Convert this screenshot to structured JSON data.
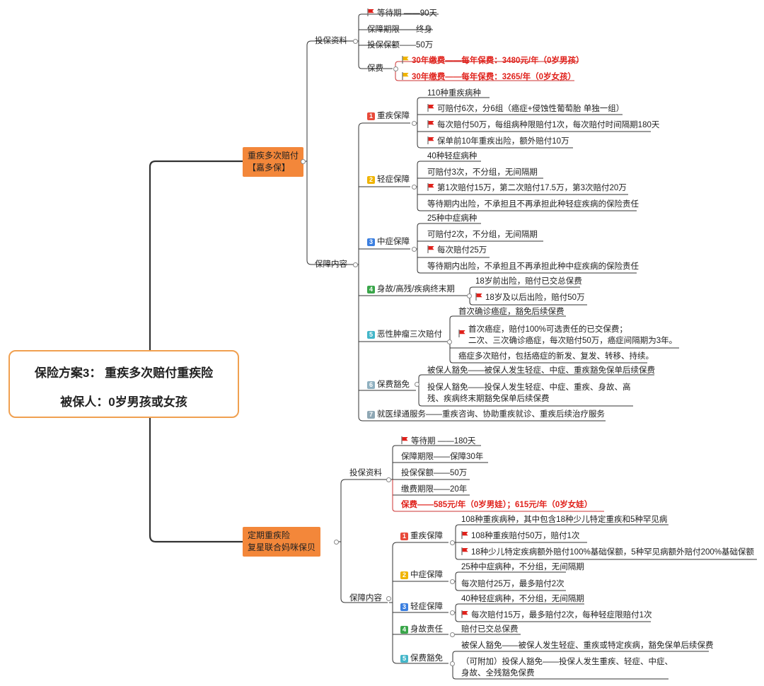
{
  "root": {
    "title": "保险方案3： 重疾多次赔付重疾险",
    "insured": "被保人：0岁男孩或女孩"
  },
  "colors": {
    "branch_fill": "#f3873a",
    "root_border": "#f0a050",
    "highlight": "#e0211b",
    "flag": "#e0211b",
    "connector": "#333333"
  },
  "p1": {
    "name_line1": "重疾多次赔付",
    "name_line2": "【嘉多保】",
    "info": {
      "label": "投保资料",
      "waiting": "等待期 ——90天",
      "term": "保障期限——终身",
      "amount": "投保保额——50万",
      "premium_label": "保费",
      "premium_boy": "30年缴费——每年保费：3480元/年（0岁男孩）",
      "premium_girl": "30年缴费——每年保费：3265/年（0岁女孩）"
    },
    "coverage": {
      "label": "保障内容",
      "critical": {
        "num": "1",
        "label": "重疾保障",
        "d1": "110种重疾病种",
        "d2": "可赔付6次，分6组（癌症+侵蚀性葡萄胎 单独一组）",
        "d3": "每次赔付50万，每组病种限赔付1次，每次赔付时间隔期180天",
        "d4": "保单前10年重疾出险，额外赔付10万"
      },
      "mild": {
        "num": "2",
        "label": "轻症保障",
        "d1": "40种轻症病种",
        "d2": "可赔付3次，不分组，无间隔期",
        "d3": "第1次赔付15万，第二次赔付17.5万，第3次赔付20万",
        "d4": "等待期内出险，不承担且不再承担此种轻症疾病的保险责任"
      },
      "moderate": {
        "num": "3",
        "label": "中症保障",
        "d1": "25种中症病种",
        "d2": "可赔付2次，不分组，无间隔期",
        "d3": "每次赔付25万",
        "d4": "等待期内出险，不承担且不再承担此种中症疾病的保险责任"
      },
      "death": {
        "num": "4",
        "label": "身故/高残/疾病终末期",
        "d1": "18岁前出险，赔付已交总保费",
        "d2": "18岁及以后出险，赔付50万"
      },
      "cancer": {
        "num": "5",
        "label": "恶性肿瘤三次赔付",
        "d1": "首次确诊癌症，豁免后续保费",
        "d2a": "首次癌症，赔付100%可选责任的已交保费；",
        "d2b": "二次、三次确诊癌症，每次赔付50万，癌症间隔期为3年。",
        "d3": "癌症多次赔付，包括癌症的新发、复发、转移、持续。"
      },
      "waiver": {
        "num": "6",
        "label": "保费豁免",
        "d1": "被保人豁免——被保人发生轻症、中症、重疾豁免保单后续保费",
        "d2a": "投保人豁免——投保人发生轻症、中症、重疾、身故、高",
        "d2b": "残、疾病终末期豁免保单后续保费"
      },
      "medical": {
        "num": "7",
        "text": "就医绿通服务——重疾咨询、协助重疾就诊、重疾后续治疗服务"
      }
    }
  },
  "p2": {
    "name_line1": "定期重疾险",
    "name_line2": "复星联合妈咪保贝",
    "info": {
      "label": "投保资料",
      "waiting": "等待期 ——180天",
      "term": "保障期限——保障30年",
      "amount": "投保保额——50万",
      "pay_term": "缴费期限——20年",
      "premium": "保费——585元/年（0岁男娃）；615元/年（0岁女娃）"
    },
    "coverage": {
      "label": "保障内容",
      "critical": {
        "num": "1",
        "label": "重疾保障",
        "d1": "108种重疾病种，其中包含18种少儿特定重疾和5种罕见病",
        "d2": "108种重疾赔付50万，赔付1次",
        "d3": "18种少儿特定疾病额外赔付100%基础保额，5种罕见病额外赔付200%基础保额"
      },
      "moderate": {
        "num": "2",
        "label": "中症保障",
        "d1": "25种中症病种，不分组，无间隔期",
        "d2": "每次赔付25万，最多赔付2次"
      },
      "mild": {
        "num": "3",
        "label": "轻症保障",
        "d1": "40种轻症病种，不分组，无间隔期",
        "d2": "每次赔付15万，最多赔付2次，每种轻症限赔付1次"
      },
      "death": {
        "num": "4",
        "label": "身故责任",
        "d1": "赔付已交总保费"
      },
      "waiver": {
        "num": "5",
        "label": "保费豁免",
        "d1": "被保人豁免——被保人发生轻症、重疾或特定疾病，豁免保单后续保费",
        "d2a": "（可附加）投保人豁免——投保人发生重疾、轻症、中症、",
        "d2b": "身故、全残豁免保费"
      }
    }
  }
}
